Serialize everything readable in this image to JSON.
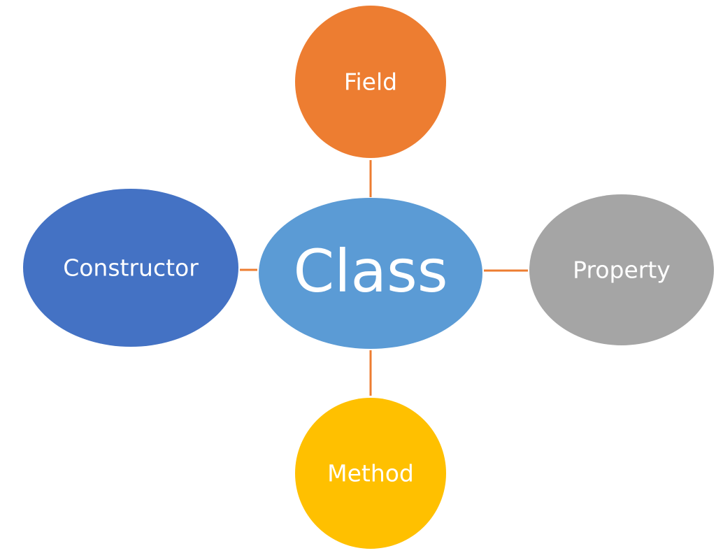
{
  "diagram": {
    "connector_color": "#ED7D31",
    "center": {
      "label": "Class",
      "color": "#5B9BD5"
    },
    "nodes": {
      "field": {
        "label": "Field",
        "color": "#ED7D31"
      },
      "constructor": {
        "label": "Constructor",
        "color": "#4472C4"
      },
      "property": {
        "label": "Property",
        "color": "#A5A5A5"
      },
      "method": {
        "label": "Method",
        "color": "#FFC000"
      }
    }
  }
}
